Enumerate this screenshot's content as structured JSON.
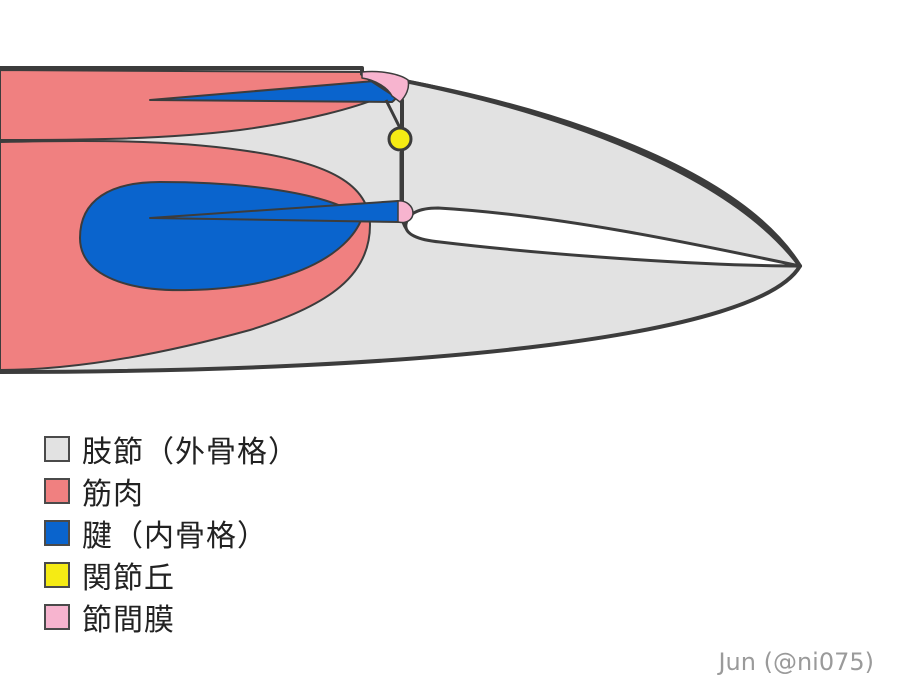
{
  "colors": {
    "exoskeleton": "#e2e2e2",
    "muscle": "#f08080",
    "tendon": "#0a64cd",
    "condyle": "#f5eb14",
    "membrane": "#f7b4cf",
    "outline": "#3c3c3c",
    "background": "#ffffff",
    "credit": "#9a9a9a"
  },
  "legend": {
    "items": [
      {
        "label": "肢節（外骨格）",
        "color": "#e2e2e2"
      },
      {
        "label": "筋肉",
        "color": "#f08080"
      },
      {
        "label": "腱（内骨格）",
        "color": "#0a64cd"
      },
      {
        "label": "関節丘",
        "color": "#f5eb14"
      },
      {
        "label": "節間膜",
        "color": "#f7b4cf"
      }
    ]
  },
  "credit": {
    "text": "Jun (@ni075)"
  }
}
